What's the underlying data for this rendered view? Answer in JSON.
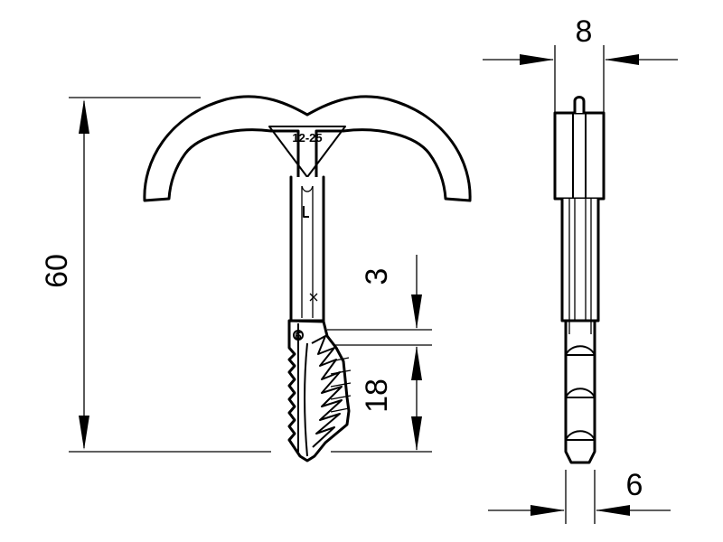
{
  "drawing": {
    "dimensions": {
      "total_length": "60",
      "top_gap": "3",
      "anchor_length": "18",
      "head_width": "8",
      "shaft_width": "6"
    },
    "clip_marking": "12-25",
    "shaft_marking": "6"
  }
}
